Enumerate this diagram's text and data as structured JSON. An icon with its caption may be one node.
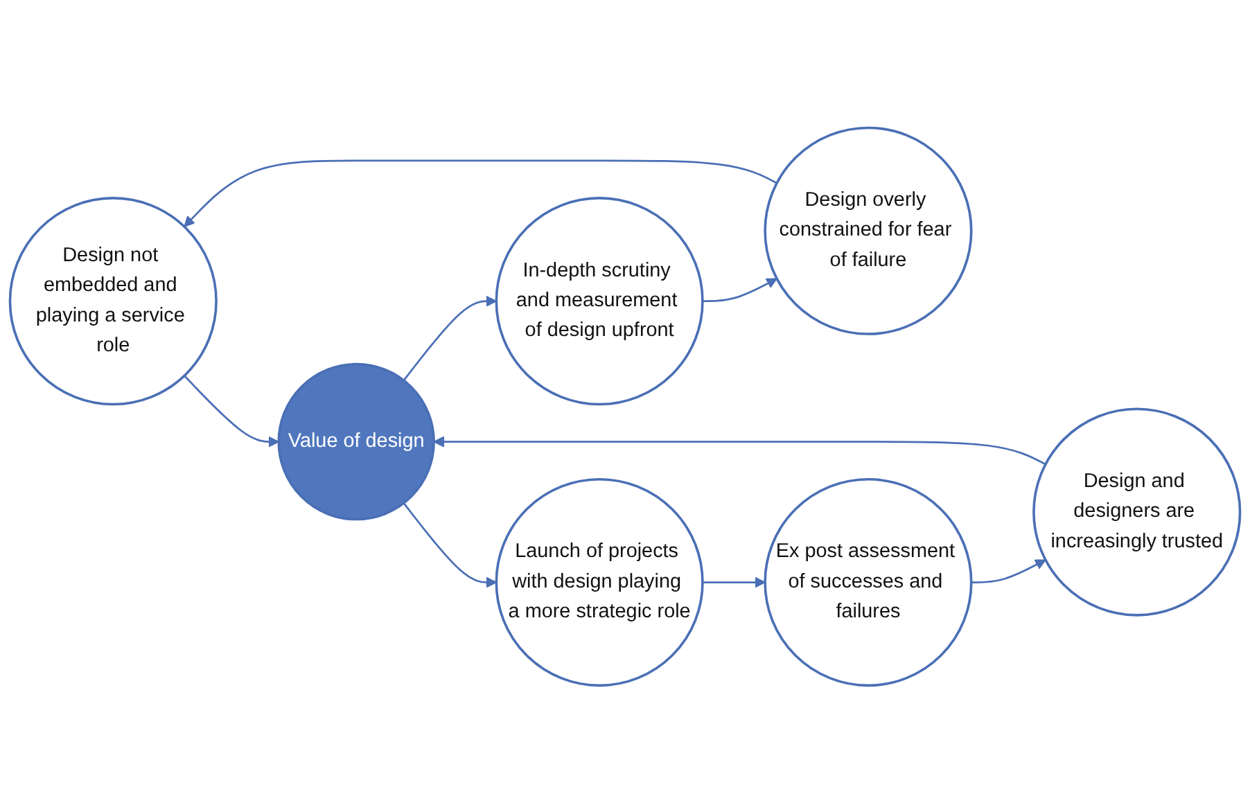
{
  "diagram": {
    "nodes": [
      {
        "text": [
          "Design not embedded and playing a service role"
        ]
      },
      {
        "text": [
          "Launch of projects with design playing a more strategic role"
        ]
      },
      {
        "text": [
          "Design overly constrained for fear of failure"
        ]
      },
      {
        "text": [
          "Value of design"
        ]
      },
      {
        "text": [
          "Ex post assessment of successes and failures"
        ]
      },
      {
        "text": [
          "In-depth scrutiny and measurement of design upfront"
        ]
      },
      {
        "text": [
          "Design and designers are increasingly trusted"
        ]
      }
    ],
    "edges": [
      {
        "from": 0,
        "to": 3,
        "arrow": "to"
      },
      {
        "from": 3,
        "to": 1,
        "arrow": "to"
      },
      {
        "from": 1,
        "to": 4,
        "arrow": "to"
      },
      {
        "from": 4,
        "to": 6,
        "arrow": "to"
      },
      {
        "from": 6,
        "to": 3,
        "arrow": "to"
      },
      {
        "from": 3,
        "to": 5,
        "arrow": "to"
      },
      {
        "from": 5,
        "to": 2,
        "arrow": "to"
      },
      {
        "from": 2,
        "to": 0,
        "arrow": "to"
      }
    ]
  }
}
